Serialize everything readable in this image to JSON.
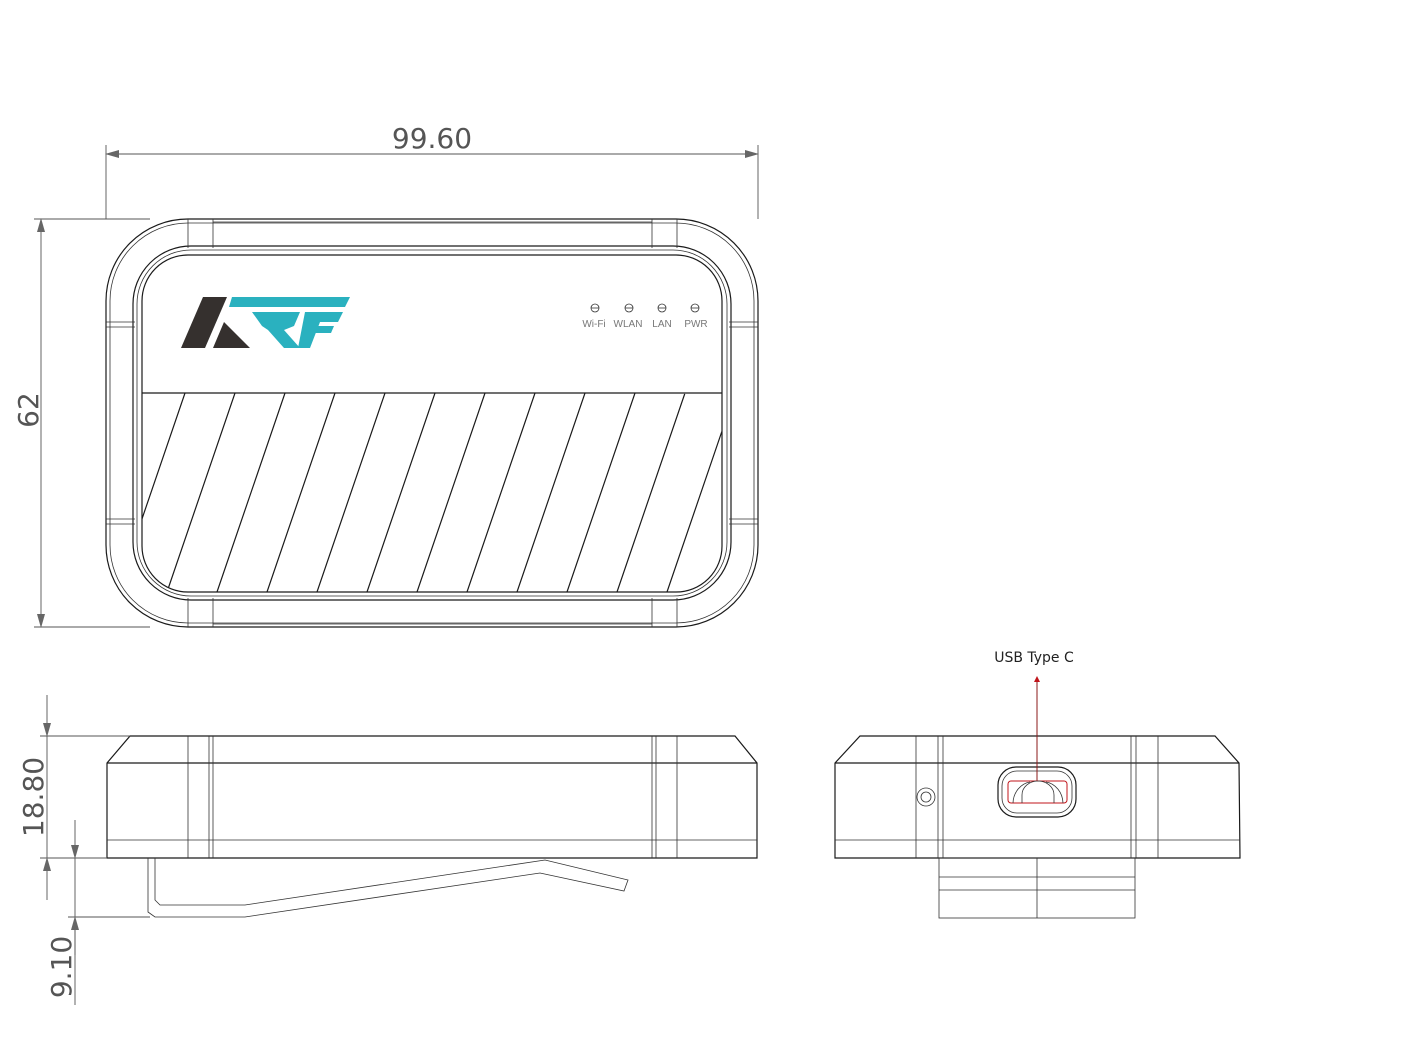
{
  "dimensions": {
    "width": "99.60",
    "depth": "62",
    "height": "18.80",
    "clip_height": "9.10"
  },
  "logo": {
    "text": "ARF",
    "colors": {
      "dark": "#35302e",
      "accent": "#2ab1bf"
    }
  },
  "leds": [
    {
      "label": "Wi-Fi"
    },
    {
      "label": "WLAN"
    },
    {
      "label": "LAN"
    },
    {
      "label": "PWR"
    }
  ],
  "callouts": {
    "usb": "USB Type C"
  },
  "colors": {
    "callout": "#c0151b"
  }
}
